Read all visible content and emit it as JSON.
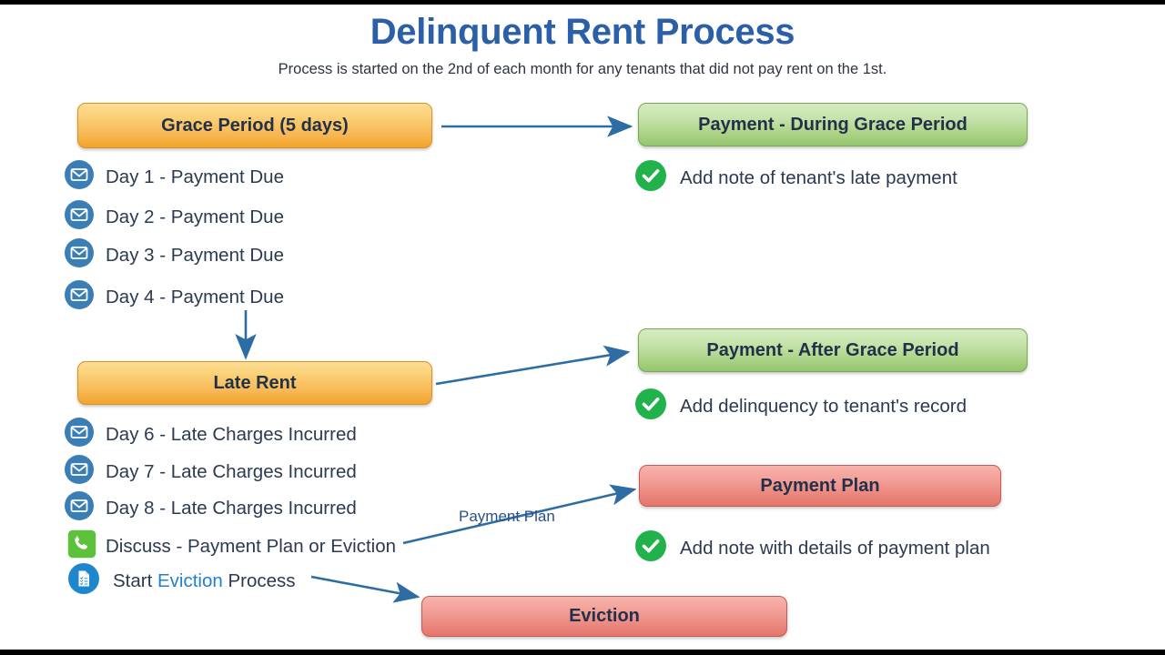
{
  "header": {
    "title": "Delinquent Rent Process",
    "subtitle": "Process is started on the 2nd of each month for any tenants that did not pay rent on the 1st."
  },
  "colors": {
    "title": "#2b5fa8",
    "orange_box": "#f7b854",
    "green_box": "#a9d183",
    "red_box": "#ea857c",
    "arrow": "#2e6da4",
    "mail_icon": "#3b7eb5",
    "check_icon": "#22b24c",
    "phone_icon": "#5ec13c",
    "link_text": "#1e7fd4",
    "body_text": "#2b3a4f"
  },
  "boxes": {
    "grace_period": "Grace Period (5 days)",
    "late_rent": "Late Rent",
    "payment_during_grace": "Payment - During Grace Period",
    "payment_after_grace": "Payment - After Grace Period",
    "payment_plan": "Payment Plan",
    "eviction": "Eviction"
  },
  "grace_period_steps": [
    {
      "icon": "mail-icon",
      "text": "Day 1 - Payment Due"
    },
    {
      "icon": "mail-icon",
      "text": "Day 2 - Payment Due"
    },
    {
      "icon": "mail-icon",
      "text": "Day 3 - Payment Due"
    },
    {
      "icon": "mail-icon",
      "text": "Day 4 - Payment Due"
    }
  ],
  "late_rent_steps": [
    {
      "icon": "mail-icon",
      "text": "Day 6 - Late Charges Incurred"
    },
    {
      "icon": "mail-icon",
      "text": "Day 7 - Late Charges Incurred"
    },
    {
      "icon": "mail-icon",
      "text": "Day 8 - Late Charges Incurred"
    },
    {
      "icon": "phone-icon",
      "text": "Discuss - Payment Plan or Eviction"
    }
  ],
  "eviction_step": {
    "icon": "document-checklist-icon",
    "prefix": "Start ",
    "highlight": "Eviction",
    "suffix": " Process"
  },
  "outcomes": {
    "during_grace_note": "Add note of tenant's late payment",
    "after_grace_note": "Add delinquency to tenant's record",
    "payment_plan_note": "Add note with details of payment plan"
  },
  "edge_labels": {
    "payment_plan": "Payment Plan"
  }
}
